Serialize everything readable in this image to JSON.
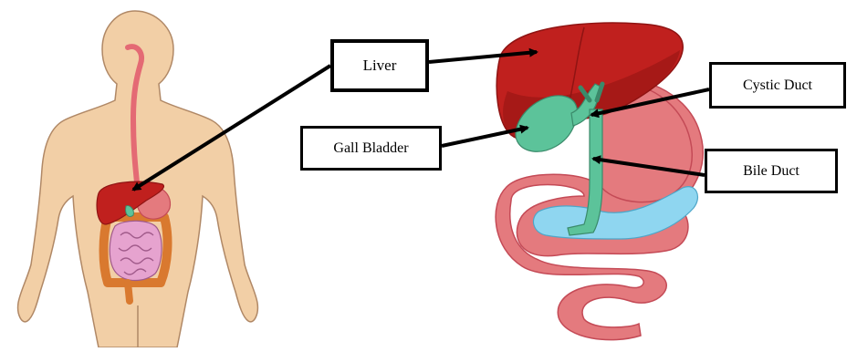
{
  "labels": {
    "liver": "Liver",
    "gall_bladder": "Gall Bladder",
    "cystic_duct": "Cystic Duct",
    "bile_duct": "Bile Duct"
  },
  "colors": {
    "skin": "#f2cfa6",
    "skin_outline": "#b08866",
    "liver": "#c0201e",
    "liver_dark": "#8f1413",
    "gall": "#5cc39a",
    "intestine": "#e47a7e",
    "intestine_dark": "#c44a56",
    "pancreas": "#8fd6f0",
    "colon": "#d9792f",
    "small_intestine": "#e6a3cf",
    "esophagus": "#e46a74",
    "arrow": "#000000"
  }
}
